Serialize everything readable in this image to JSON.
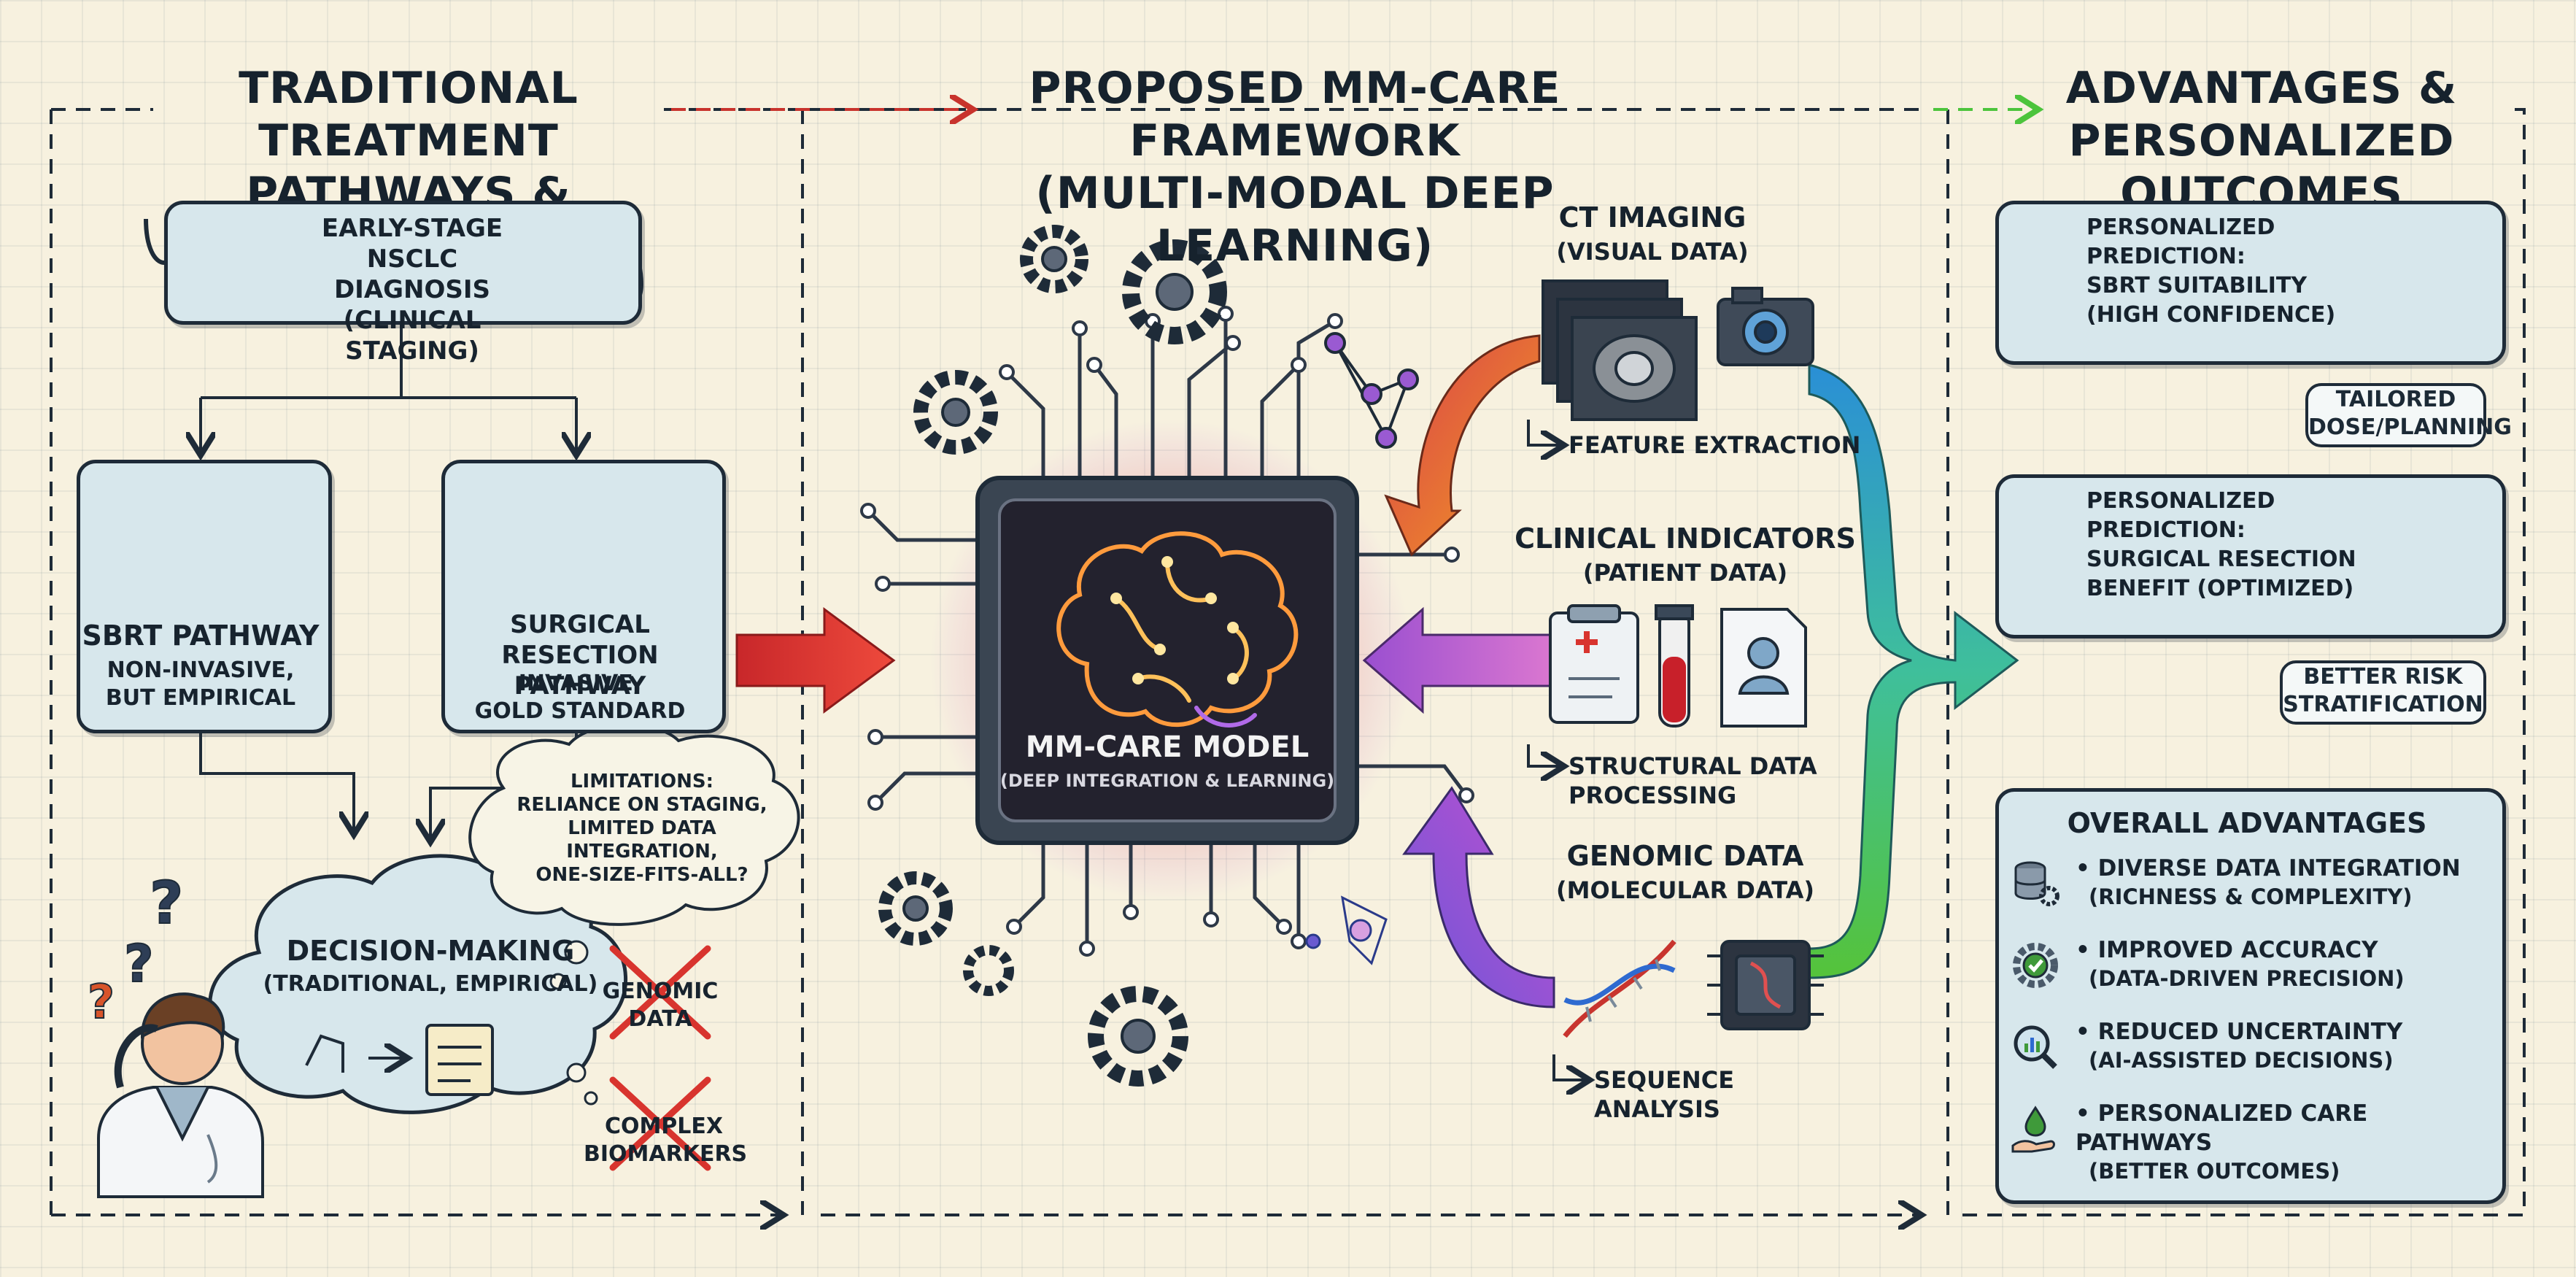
{
  "sections": {
    "left": {
      "title": "TRADITIONAL TREATMENT\nPATHWAYS & LIMITATIONS"
    },
    "center": {
      "title": "PROPOSED MM-CARE FRAMEWORK\n(MULTI-MODAL DEEP LEARNING)"
    },
    "right": {
      "title": "ADVANTAGES &\nPERSONALIZED OUTCOMES"
    }
  },
  "left": {
    "diagnosis": "EARLY-STAGE NSCLC\nDIAGNOSIS\n(CLINICAL STAGING)",
    "sbrt_title": "SBRT PATHWAY",
    "sbrt_sub": "NON-INVASIVE,\nBUT EMPIRICAL",
    "surgery_title": "SURGICAL RESECTION\nPATHWAY",
    "surgery_sub": "INVASIVE,\nGOLD STANDARD",
    "limitations": "LIMITATIONS:\nRELIANCE ON STAGING,\nLIMITED DATA INTEGRATION,\nONE-SIZE-FITS-ALL?",
    "decision_title": "DECISION-MAKING",
    "decision_sub": "(TRADITIONAL, EMPIRICAL)",
    "missing_genomic": "GENOMIC\nDATA",
    "missing_biomarkers": "COMPLEX\nBIOMARKERS"
  },
  "center": {
    "model_title": "MM-CARE MODEL",
    "model_sub": "(DEEP INTEGRATION & LEARNING)",
    "ct_title": "CT IMAGING",
    "ct_sub": "(VISUAL DATA)",
    "ct_step": "FEATURE EXTRACTION",
    "clinical_title": "CLINICAL INDICATORS",
    "clinical_sub": "(PATIENT DATA)",
    "clinical_step": "STRUCTURAL DATA\nPROCESSING",
    "genomic_title": "GENOMIC DATA",
    "genomic_sub": "(MOLECULAR DATA)",
    "genomic_step": "SEQUENCE\nANALYSIS"
  },
  "right": {
    "pred1": "PERSONALIZED\nPREDICTION:\nSBRT SUITABILITY\n(HIGH CONFIDENCE)",
    "note1": "TAILORED\nDOSE/PLANNING",
    "pred2": "PERSONALIZED\nPREDICTION:\nSURGICAL RESECTION\nBENEFIT (OPTIMIZED)",
    "note2": "BETTER RISK\nSTRATIFICATION",
    "overall_title": "OVERALL ADVANTAGES",
    "advantages": [
      {
        "title": "• DIVERSE DATA INTEGRATION",
        "sub": "(RICHNESS & COMPLEXITY)",
        "icon": "database-gear-icon"
      },
      {
        "title": "• IMPROVED ACCURACY",
        "sub": "(DATA-DRIVEN PRECISION)",
        "icon": "check-gear-icon"
      },
      {
        "title": "• REDUCED UNCERTAINTY",
        "sub": "(AI-ASSISTED DECISIONS)",
        "icon": "magnifier-chart-icon"
      },
      {
        "title": "• PERSONALIZED CARE PATHWAYS",
        "sub": "(BETTER OUTCOMES)",
        "icon": "hand-droplet-icon"
      }
    ]
  },
  "colors": {
    "ink": "#1e2b38",
    "card": "#d7e7ec",
    "background": "#f7f1df",
    "arrow_red": "#e0332e",
    "arrow_orange": "#f28a1c",
    "arrow_purple": "#a24fd0",
    "arrow_blue": "#2e8fd8",
    "arrow_green": "#4cc43c",
    "check_green": "#3f9a3a"
  }
}
